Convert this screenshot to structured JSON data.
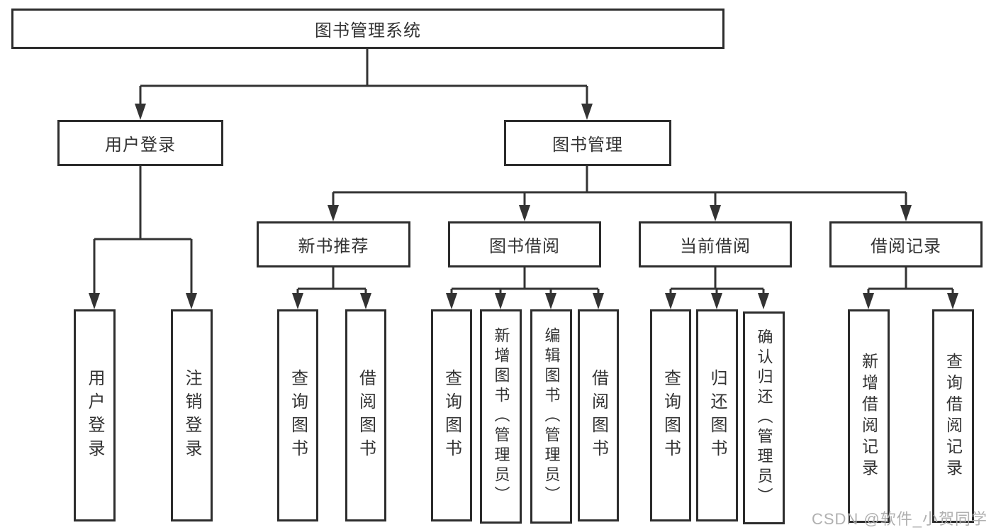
{
  "diagram": {
    "type": "hierarchy-tree",
    "colors": {
      "box_border": "#2d2d2d",
      "connector_line": "#333333",
      "text": "#333333",
      "watermark_text": "#acacac",
      "background": "#ffffff"
    },
    "nodes": {
      "root": {
        "label": "图书管理系统"
      },
      "level2": [
        {
          "label": "用户登录"
        },
        {
          "label": "图书管理"
        }
      ],
      "level3": [
        {
          "label": "新书推荐",
          "parent": "图书管理"
        },
        {
          "label": "图书借阅",
          "parent": "图书管理"
        },
        {
          "label": "当前借阅",
          "parent": "图书管理"
        },
        {
          "label": "借阅记录",
          "parent": "图书管理"
        }
      ],
      "leaves": [
        {
          "label": "用户登录",
          "parent": "用户登录"
        },
        {
          "label": "注销登录",
          "parent": "用户登录"
        },
        {
          "label": "查询图书",
          "parent": "新书推荐"
        },
        {
          "label": "借阅图书",
          "parent": "新书推荐"
        },
        {
          "label": "查询图书",
          "parent": "图书借阅"
        },
        {
          "label": "新增图书（管理员）",
          "parent": "图书借阅"
        },
        {
          "label": "编辑图书（管理员）",
          "parent": "图书借阅"
        },
        {
          "label": "借阅图书",
          "parent": "图书借阅"
        },
        {
          "label": "查询图书",
          "parent": "当前借阅"
        },
        {
          "label": "归还图书",
          "parent": "当前借阅"
        },
        {
          "label": "确认归还（管理员）",
          "parent": "当前借阅"
        },
        {
          "label": "新增借阅记录",
          "parent": "借阅记录"
        },
        {
          "label": "查询借阅记录",
          "parent": "借阅记录"
        }
      ]
    }
  },
  "watermark": {
    "text": "CSDN @软件_小贺同学"
  }
}
